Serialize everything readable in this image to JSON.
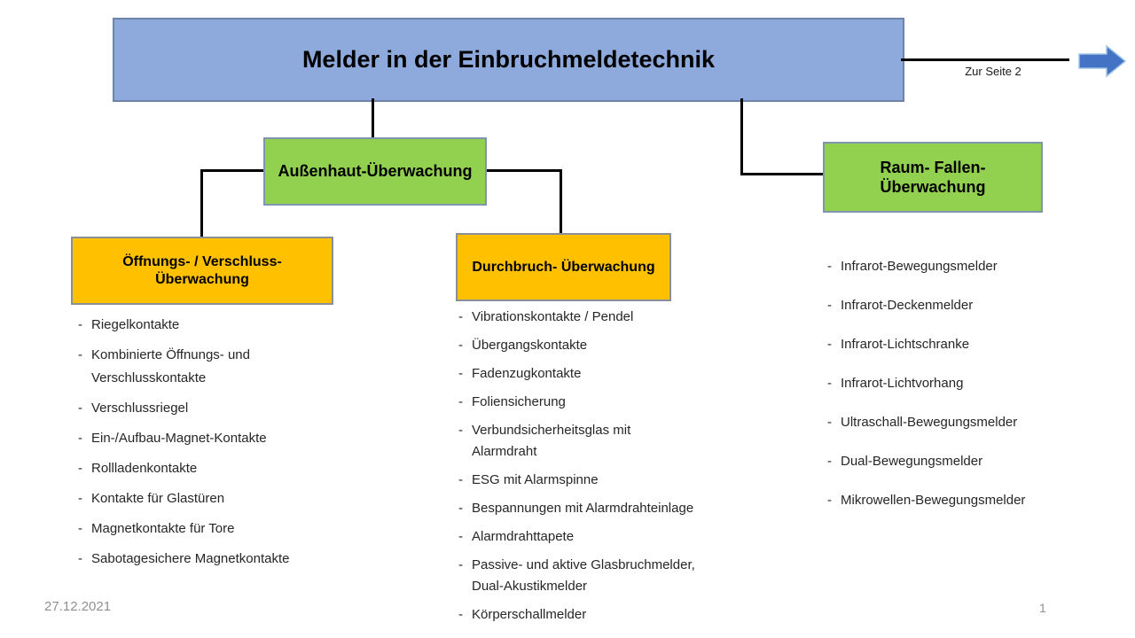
{
  "title": "Melder in der Einbruchmeldetechnik",
  "nav": {
    "label": "Zur Seite 2",
    "arrow_icon": "right-arrow"
  },
  "branches": {
    "aussenhaut": "Außenhaut-Überwachung",
    "raum_fallen_line1": "Raum- Fallen-",
    "raum_fallen_line2": "Überwachung",
    "oeffnungs_line1": "Öffnungs- / Verschluss-",
    "oeffnungs_line2": "Überwachung",
    "durchbruch": "Durchbruch- Überwachung"
  },
  "lists": {
    "oeffnungs": [
      "Riegelkontakte",
      "Kombinierte Öffnungs- und\nVerschlusskontakte",
      "Verschlussriegel",
      "Ein-/Aufbau-Magnet-Kontakte",
      "Rollladenkontakte",
      "Kontakte für Glastüren",
      "Magnetkontakte für Tore",
      "Sabotagesichere Magnetkontakte"
    ],
    "durchbruch": [
      "Vibrationskontakte / Pendel",
      "Übergangskontakte",
      "Fadenzugkontakte",
      "Foliensicherung",
      "Verbundsicherheitsglas mit\nAlarmdraht",
      "ESG mit Alarmspinne",
      "Bespannungen mit Alarmdrahteinlage",
      "Alarmdrahttapete",
      "Passive- und aktive Glasbruchmelder,\nDual-Akustikmelder",
      "Körperschallmelder"
    ],
    "raum_fallen": [
      "Infrarot-Bewegungsmelder",
      "Infrarot-Deckenmelder",
      "Infrarot-Lichtschranke",
      "Infrarot-Lichtvorhang",
      "Ultraschall-Bewegungsmelder",
      "Dual-Bewegungsmelder",
      "Mikrowellen-Bewegungsmelder"
    ]
  },
  "footer": {
    "date": "27.12.2021",
    "page": "1"
  },
  "colors": {
    "title_fill": "#8EA9DB",
    "green_fill": "#92D050",
    "orange_fill": "#FFC000",
    "arrow_blue": "#4472C4",
    "connector": "#000000"
  }
}
